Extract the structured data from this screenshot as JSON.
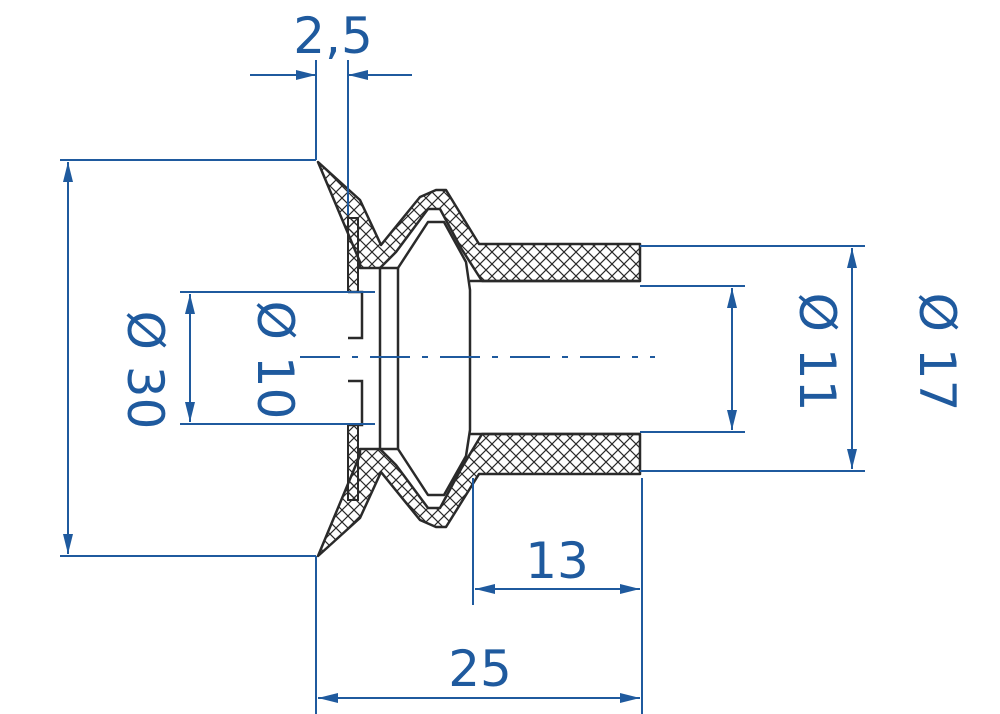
{
  "colors": {
    "dimension": "#1F5A9E",
    "outline": "#2A2A2A",
    "background": "#FFFFFF"
  },
  "dimensions": {
    "width_2_5": "2,5",
    "diameter_30": "Ø 30",
    "diameter_10": "Ø 10",
    "diameter_11": "Ø 11",
    "diameter_17": "Ø 17",
    "length_13": "13",
    "length_25": "25"
  }
}
